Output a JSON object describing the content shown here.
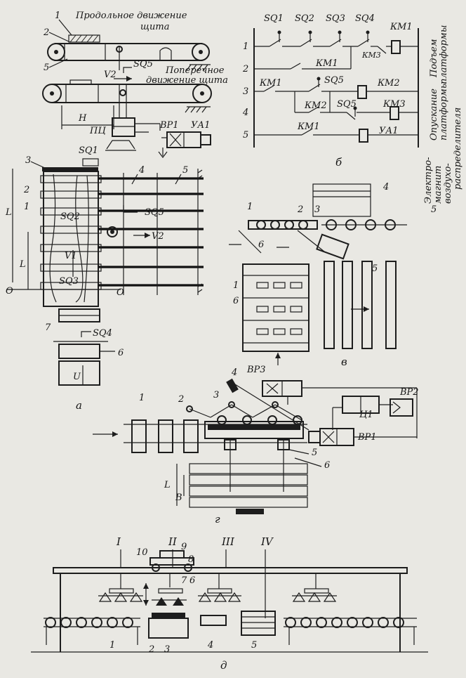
{
  "fig_a": {
    "caption": "а",
    "top_title_1": "Продольное движение",
    "top_title_2": "щита",
    "mid_title_1": "Поперечное",
    "mid_title_2": "движение щита",
    "labels": {
      "n1": "1",
      "n2": "2",
      "n5": "5",
      "v2": "V2",
      "sq5": "SQ5",
      "h": "H",
      "pc": "ПЦ",
      "vr1": "ВР1",
      "ya1": "УА1",
      "sq1": "SQ1",
      "n3": "3",
      "n4": "4",
      "n5b": "5",
      "n2b": "2",
      "n1b": "1",
      "sq2": "SQ2",
      "sq5b": "SQ5",
      "v2b": "V2",
      "l1": "L",
      "l2": "L",
      "v1": "V1",
      "sq3": "SQ3",
      "o1": "O",
      "o2": "O",
      "n7": "7",
      "sq4": "SQ4",
      "n6": "6",
      "u": "U"
    }
  },
  "fig_b": {
    "caption": "б",
    "switches": [
      "SQ1",
      "SQ2",
      "SQ3",
      "SQ4"
    ],
    "rungs": [
      "1",
      "2",
      "3",
      "4",
      "5"
    ],
    "contacts": {
      "km3_r1": "КМ3",
      "km1_coil": "КМ1",
      "km1_r2": "КМ1",
      "km1_r3": "КМ1",
      "sq5_r3": "SQ5",
      "km2_coil": "КМ2",
      "km2_r4": "КМ2",
      "sq5_r4": "SQ5",
      "km3_coil": "КМ3",
      "km1_r5": "КМ1",
      "ya1_coil": "УА1"
    },
    "side_1": "Подъем",
    "side_1b": "платформы",
    "side_2": "Опускание",
    "side_2b": "платформы",
    "side_3": "Электро-",
    "side_3b": "магнит",
    "side_3c": "воздухо-",
    "side_3d": "распределителя"
  },
  "fig_v": {
    "caption": "в",
    "labels": {
      "n1": "1",
      "n2": "2",
      "n3": "3",
      "n4": "4",
      "n5": "5",
      "n6": "6",
      "n1b": "1",
      "n6b": "6",
      "n5b": "5"
    }
  },
  "fig_g": {
    "caption": "г",
    "labels": {
      "n1": "1",
      "n2": "2",
      "n3": "3",
      "n4": "4",
      "n5": "5",
      "n6": "6",
      "vr3": "ВР3",
      "c1": "Ц1",
      "vr2": "ВР2",
      "vr1": "ВР1",
      "l": "L",
      "b": "B"
    }
  },
  "fig_d": {
    "caption": "д",
    "sections": [
      "I",
      "II",
      "III",
      "IV"
    ],
    "labels": {
      "n1": "1",
      "n2": "2",
      "n3": "3",
      "n4": "4",
      "n5": "5",
      "n6": "6",
      "n7": "7",
      "n8": "8",
      "n9": "9",
      "n10": "10"
    }
  }
}
